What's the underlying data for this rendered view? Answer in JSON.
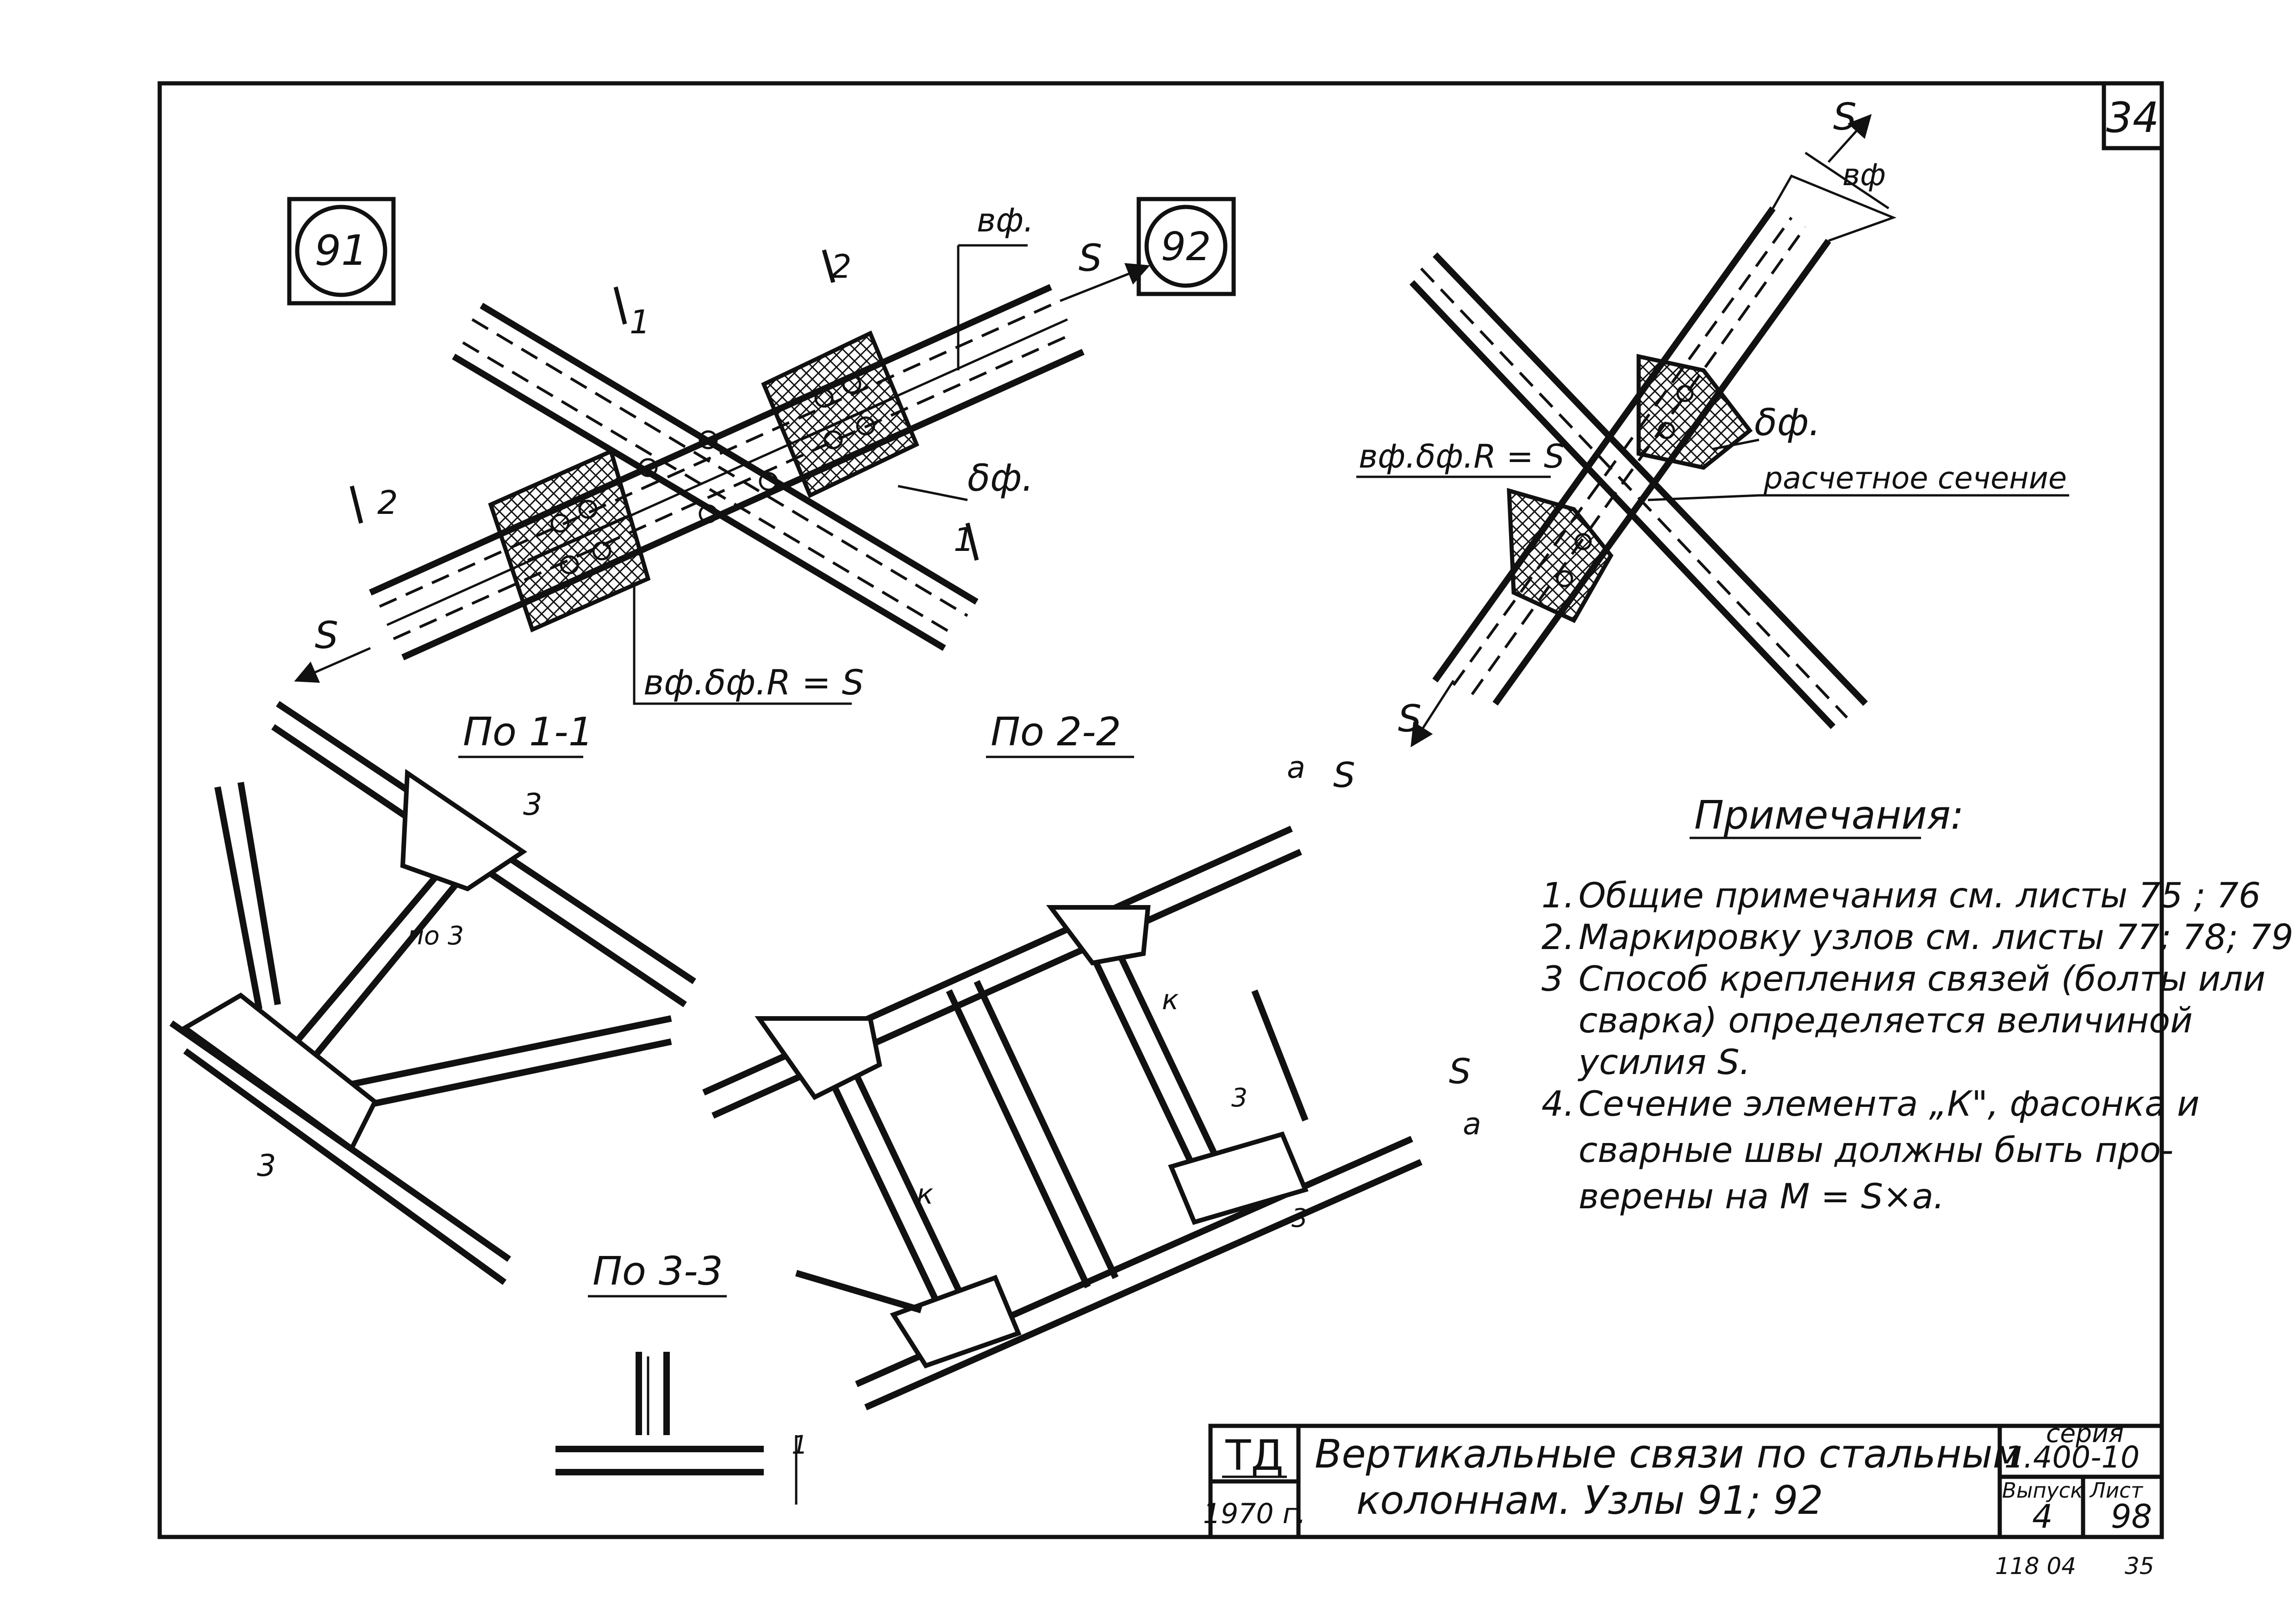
{
  "sheet": {
    "sheet_corner_number": "34",
    "bottom_code_left": "118 04",
    "bottom_code_right": "35"
  },
  "node_91": {
    "number": "91"
  },
  "node_92": {
    "number": "92"
  },
  "labels": {
    "force": "S",
    "gusset_width": "вф.",
    "gusset_width_short": "вф",
    "gusset_thickness": "δф.",
    "formula": "вф.δф.R = S",
    "design_section": "расчетное сечение",
    "section_1_mark": "1",
    "section_2_mark": "2",
    "section_3_mark": "3",
    "view_1_1": "По 1-1",
    "view_2_2": "По 2-2",
    "view_3_3": "По 3-3",
    "po_3": "по 3",
    "element_k": "к",
    "offset_a": "a",
    "plate_1": "1"
  },
  "notes": {
    "heading": "Примечания:",
    "items": [
      {
        "num": "1.",
        "text": "Общие примечания см. листы 75 ; 76"
      },
      {
        "num": "2.",
        "text": "Маркировку узлов см. листы 77; 78; 79"
      },
      {
        "num": "3",
        "text": "Способ крепления связей (болты или"
      },
      {
        "num": "",
        "text": "сварка) определяется величиной"
      },
      {
        "num": "",
        "text": "усилия S."
      },
      {
        "num": "4.",
        "text": "Сечение элемента „К\", фасонка и"
      },
      {
        "num": "",
        "text": "сварные швы должны быть про-"
      },
      {
        "num": "",
        "text": "верены на  M = S×a."
      }
    ]
  },
  "title_block": {
    "org": "ТД",
    "year": "1970 г.",
    "title_line1": "Вертикальные  связи по стальным",
    "title_line2": "колоннам.  Узлы 91; 92",
    "series_label": "серия",
    "series_value": "1.400-10",
    "issue_label": "Выпуск",
    "issue_value": "4",
    "sheet_label": "Лист",
    "sheet_value": "98"
  }
}
